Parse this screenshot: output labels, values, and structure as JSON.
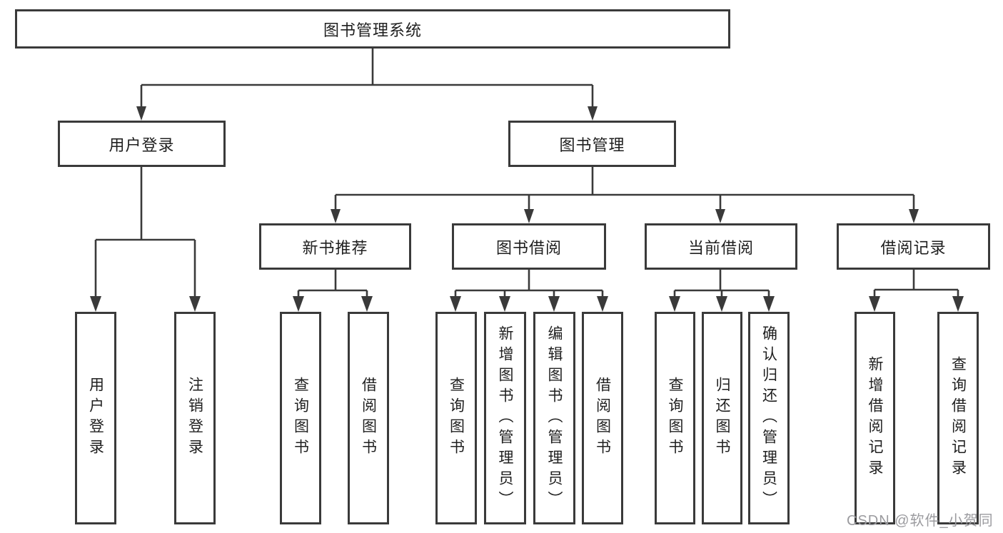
{
  "colors": {
    "line": "#3a3a3a",
    "border": "#3a3a3a",
    "text": "#1f1f1f",
    "watermark": "#9b9b9f",
    "bg": "#ffffff"
  },
  "nodes": {
    "root": "图书管理系统",
    "level2": {
      "user_login": "用户登录",
      "book_mgmt": "图书管理"
    },
    "level3": {
      "new_books": "新书推荐",
      "book_borrow": "图书借阅",
      "current_borrow": "当前借阅",
      "borrow_records": "借阅记录"
    },
    "leaves": {
      "user_login": [
        "用户登录",
        "注销登录"
      ],
      "new_books": [
        "查询图书",
        "借阅图书"
      ],
      "book_borrow": [
        "查询图书",
        "新增图书（管理员）",
        "编辑图书（管理员）",
        "借阅图书"
      ],
      "current_borrow": [
        "查询图书",
        "归还图书",
        "确认归还（管理员）"
      ],
      "borrow_records": [
        "新增借阅记录",
        "查询借阅记录"
      ]
    }
  },
  "watermark": "CSDN @软件_小贺同学"
}
